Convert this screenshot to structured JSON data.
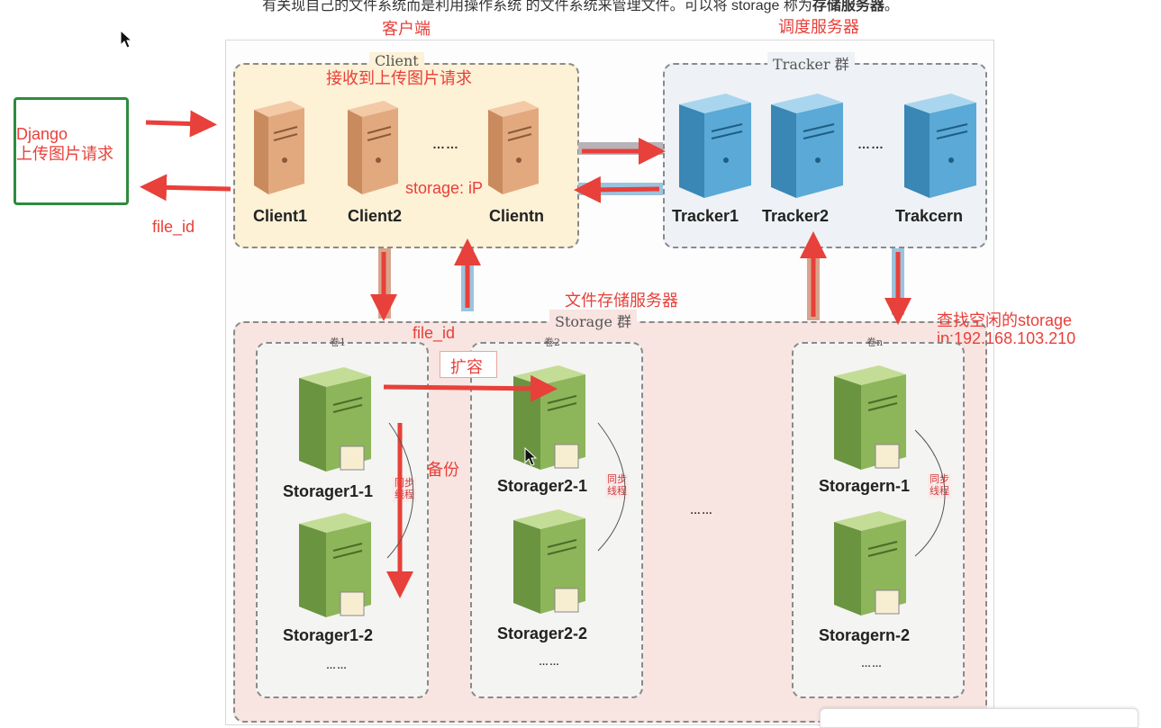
{
  "top_text": {
    "prefix": "有关现自己的文件系统而是利用操作系统 的文件系统来管理文件。可以将 storage 称为",
    "bold": "存储服务器",
    "suffix": "。"
  },
  "labels": {
    "client_cn": "客户端",
    "tracker_cn": "调度服务器",
    "storage_cn": "文件存储服务器"
  },
  "django": {
    "line1": "Django",
    "line2": "上传图片请求"
  },
  "annotations": {
    "receive_upload": "接收到上传图片请求",
    "storage_ip": "storage: iP",
    "file_id_left": "file_id",
    "file_id_mid": "file_id",
    "expand": "扩容",
    "backup": "备份",
    "find_storage": "查找空闲的storage",
    "ip": "ip:192.168.103.210"
  },
  "client_group": {
    "title": "Client",
    "servers": [
      "Client1",
      "Client2",
      "Clientn"
    ],
    "dots": "……"
  },
  "tracker_group": {
    "title": "Tracker 群",
    "servers": [
      "Tracker1",
      "Tracker2",
      "Trakcern"
    ],
    "dots": "……"
  },
  "storage_group": {
    "title": "Storage 群",
    "volumes": [
      {
        "title": "卷1",
        "servers": [
          "Storager1-1",
          "Storager1-2"
        ],
        "dots": "……",
        "sync": ""
      },
      {
        "title": "卷2",
        "servers": [
          "Storager2-1",
          "Storager2-2"
        ],
        "dots": "……",
        "sync": "同步\n线程"
      },
      {
        "title": "卷n",
        "servers": [
          "Storagern-1",
          "Storagern-2"
        ],
        "dots": "……",
        "sync": "同步\n线程"
      }
    ],
    "middle_dots": "……",
    "sync_v1": "同步\n线程"
  },
  "colors": {
    "annotation_red": "#e8403a",
    "client_fill": "#fdf1d6",
    "tracker_fill": "#eef1f5",
    "storage_fill": "#f8e4e0",
    "client_server": "#e3a97e",
    "tracker_server": "#5aa9d6",
    "storage_server": "#8db55a",
    "django_border": "#2e8b3e"
  },
  "icons": {
    "server": "server-icon",
    "arrow": "arrow-icon",
    "cursor": "cursor-icon"
  }
}
